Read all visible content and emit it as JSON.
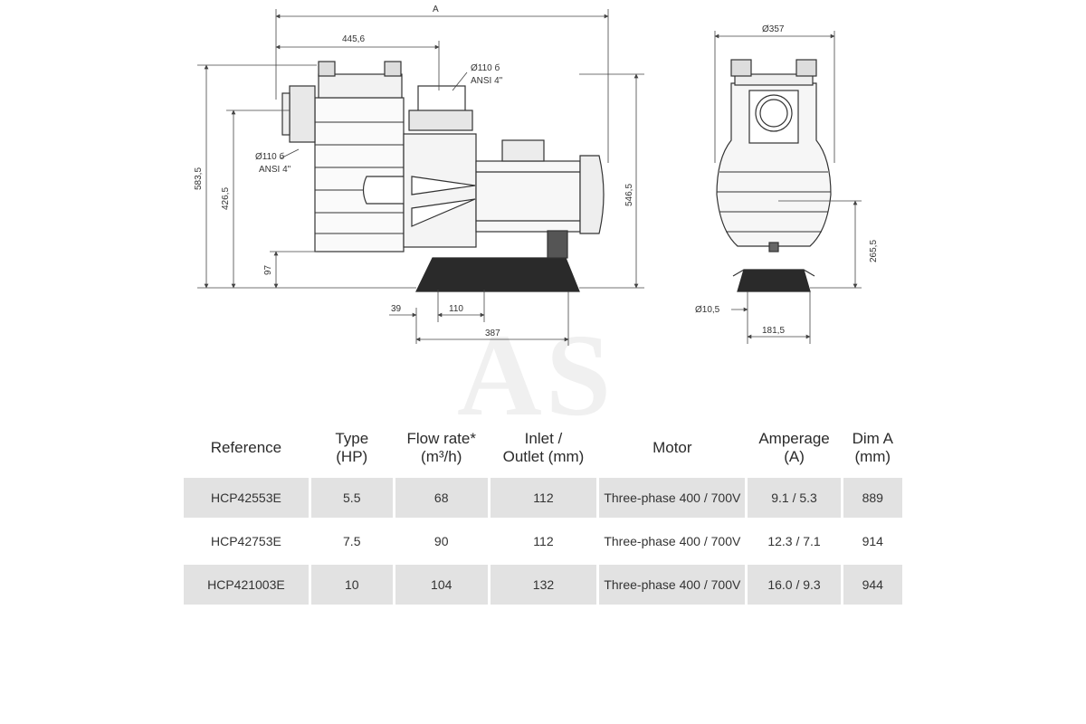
{
  "drawing": {
    "side_view": {
      "dim_a": "A",
      "dim_length": "445,6",
      "dim_outlet_dia": "Ø110 б",
      "dim_outlet_ansi": "ANSI 4\"",
      "dim_inlet_dia": "Ø110 б",
      "dim_inlet_ansi": "ANSI 4\"",
      "dim_total_height": "583,5",
      "dim_inlet_height": "426,5",
      "dim_base_height": "97",
      "dim_motor_height": "546,5",
      "dim_39": "39",
      "dim_110": "110",
      "dim_387": "387"
    },
    "front_view": {
      "dim_diameter": "Ø357",
      "dim_height": "265,5",
      "dim_bolt": "Ø10,5",
      "dim_half_width": "181,5"
    }
  },
  "watermark": "AS",
  "table": {
    "headers": [
      [
        "Reference"
      ],
      [
        "Type",
        "(HP)"
      ],
      [
        "Flow rate*",
        "(m³/h)"
      ],
      [
        "Inlet /",
        "Outlet (mm)"
      ],
      [
        "Motor"
      ],
      [
        "Amperage",
        "(A)"
      ],
      [
        "Dim A",
        "(mm)"
      ]
    ],
    "rows": [
      [
        "HCP42553E",
        "5.5",
        "68",
        "112",
        "Three-phase 400 / 700V",
        "9.1 / 5.3",
        "889"
      ],
      [
        "HCP42753E",
        "7.5",
        "90",
        "112",
        "Three-phase 400 / 700V",
        "12.3 / 7.1",
        "914"
      ],
      [
        "HCP421003E",
        "10",
        "104",
        "132",
        "Three-phase 400 / 700V",
        "16.0 / 9.3",
        "944"
      ]
    ]
  }
}
